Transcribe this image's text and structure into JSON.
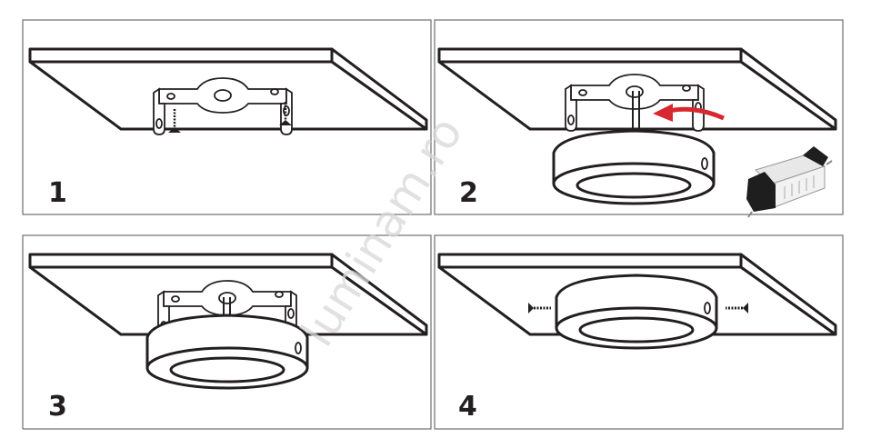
{
  "title": "Ceiling light installation steps",
  "steps": [
    {
      "number": "1"
    },
    {
      "number": "2"
    },
    {
      "number": "3"
    },
    {
      "number": "4"
    }
  ],
  "watermark": "luminam.ro",
  "colors": {
    "line": "#231f20",
    "arrow": "#d7282f",
    "frame": "#6d6e70"
  }
}
